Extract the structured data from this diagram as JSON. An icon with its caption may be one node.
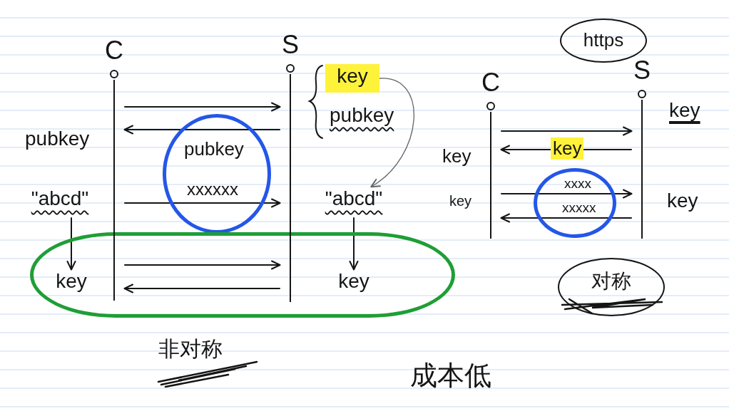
{
  "diagram": {
    "nodes": [
      {
        "text": [
          "C"
        ],
        "beside": [
          "pubkey"
        ]
      },
      {
        "text": [
          "S"
        ]
      },
      {
        "text": [
          "\"abcd\""
        ]
      },
      {
        "text": [
          "key"
        ]
      },
      {
        "text": [
          "key"
        ]
      },
      {
        "text": [
          "\"abcd\""
        ]
      },
      {
        "text": [
          "key"
        ]
      },
      {
        "text": [
          "https"
        ]
      },
      {
        "text": [
          "C"
        ],
        "beside": [
          "key",
          "key"
        ]
      },
      {
        "text": [
          "S"
        ],
        "beside": [
          "key",
          "key"
        ]
      },
      {
        "text": [
          "对称"
        ]
      }
    ],
    "edges": [
      {
        "from": 0,
        "to": 1,
        "arrow": "to"
      },
      {
        "from": 1,
        "to": 0,
        "arrow": "to",
        "label": "pubkey"
      },
      {
        "from": 0,
        "to": 1,
        "arrow": "to",
        "label": "xxxxxx"
      },
      {
        "from": 2,
        "to": 3,
        "arrow": "to"
      },
      {
        "from": 4,
        "to": 5,
        "arrow": "to",
        "color": "#666666"
      },
      {
        "from": 5,
        "to": 6,
        "arrow": "to"
      },
      {
        "from": 0,
        "to": 1,
        "arrow": "to"
      },
      {
        "from": 1,
        "to": 0,
        "arrow": "to"
      },
      {
        "from": 8,
        "to": 9,
        "arrow": "to"
      },
      {
        "from": 9,
        "to": 8,
        "arrow": "to",
        "label": "key"
      },
      {
        "from": 8,
        "to": 9,
        "arrow": "to",
        "label": "xxxx"
      },
      {
        "from": 9,
        "to": 8,
        "arrow": "to",
        "label": "xxxxx"
      }
    ],
    "labels": [
      "pubkey",
      "非对称",
      "成本低"
    ]
  }
}
